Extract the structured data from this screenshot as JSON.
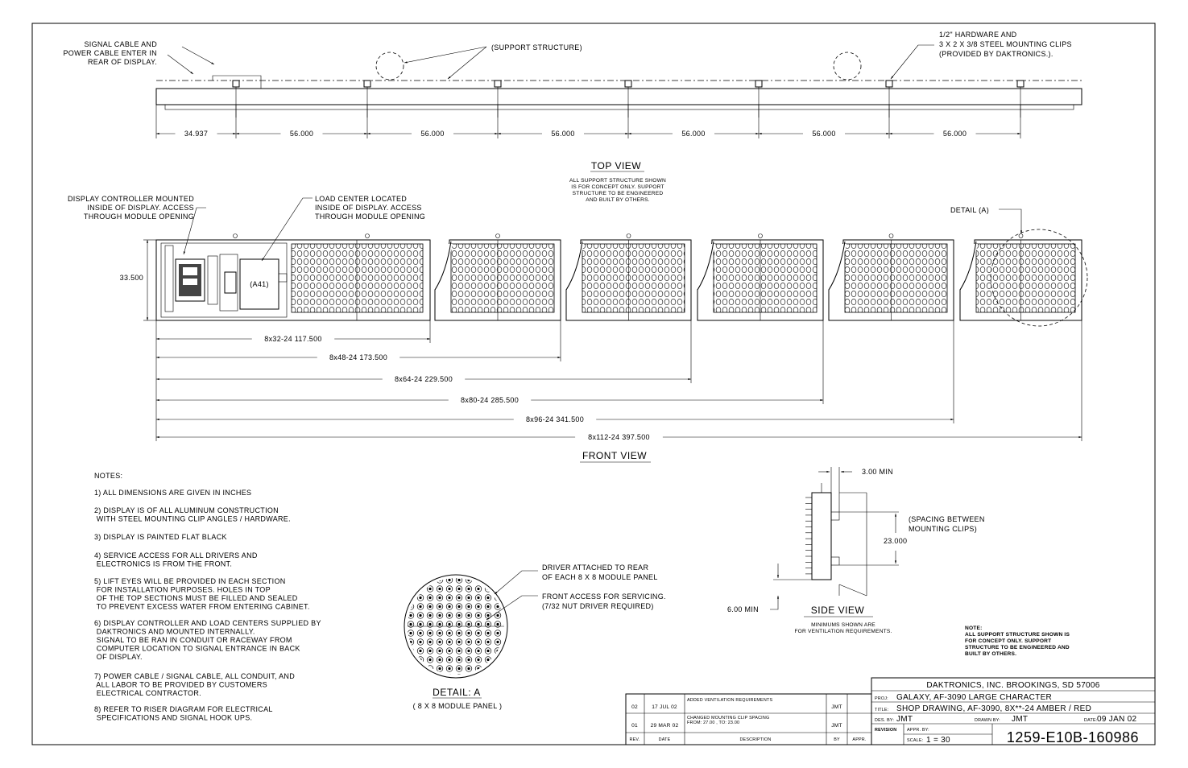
{
  "top_view": {
    "callout_signal_cable": [
      "SIGNAL CABLE AND",
      "POWER CABLE ENTER IN",
      "REAR OF DISPLAY."
    ],
    "callout_support": "(SUPPORT STRUCTURE)",
    "callout_hardware": [
      "1/2\" HARDWARE AND",
      "3 X 2 X 3/8 STEEL MOUNTING CLIPS",
      "(PROVIDED BY DAKTRONICS.)."
    ],
    "dimensions": [
      "34.937",
      "56.000",
      "56.000",
      "56.000",
      "56.000",
      "56.000",
      "56.000"
    ],
    "title": "TOP VIEW",
    "note": [
      "ALL SUPPORT STRUCTURE SHOWN",
      "IS FOR CONCEPT ONLY.  SUPPORT",
      "STRUCTURE TO BE ENGINEERED",
      "AND BUILT BY OTHERS."
    ]
  },
  "front_view": {
    "callout_controller": [
      "DISPLAY CONTROLLER MOUNTED",
      "INSIDE OF DISPLAY.  ACCESS",
      "THROUGH MODULE OPENING"
    ],
    "callout_load_center": [
      "LOAD CENTER LOCATED",
      "INSIDE OF DISPLAY. ACCESS",
      "THROUGH MODULE OPENING"
    ],
    "detail_callout": "DETAIL (A)",
    "height_dim": "33.500",
    "load_center_label": "(A41)",
    "length_dims": [
      "8x32-24  117.500",
      "8x48-24  173.500",
      "8x64-24  229.500",
      "8x80-24  285.500",
      "8x96-24  341.500",
      "8x112-24  397.500"
    ],
    "title": "FRONT VIEW"
  },
  "notes": {
    "heading": "NOTES:",
    "items": [
      [
        "1)  ALL DIMENSIONS ARE GIVEN IN INCHES"
      ],
      [
        "2)  DISPLAY IS OF ALL ALUMINUM CONSTRUCTION",
        "     WITH STEEL MOUNTING CLIP ANGLES / HARDWARE."
      ],
      [
        "3)  DISPLAY IS PAINTED FLAT BLACK"
      ],
      [
        "4)  SERVICE ACCESS FOR ALL DRIVERS AND",
        "     ELECTRONICS IS FROM THE FRONT."
      ],
      [
        "5)  LIFT EYES WILL BE PROVIDED IN EACH SECTION",
        "     FOR INSTALLATION PURPOSES.  HOLES IN TOP",
        "     OF THE TOP SECTIONS MUST BE FILLED AND SEALED",
        "     TO PREVENT EXCESS WATER FROM ENTERING CABINET."
      ],
      [
        "6)  DISPLAY CONTROLLER AND LOAD CENTERS SUPPLIED BY",
        "     DAKTRONICS AND MOUNTED INTERNALLY.",
        "     SIGNAL TO BE RAN IN CONDUIT OR RACEWAY FROM",
        "     COMPUTER LOCATION TO SIGNAL ENTRANCE IN BACK",
        "     OF DISPLAY."
      ],
      [
        "7)  POWER CABLE / SIGNAL CABLE, ALL CONDUIT, AND",
        "     ALL LABOR TO BE PROVIDED BY CUSTOMERS",
        "     ELECTRICAL CONTRACTOR."
      ],
      [
        "8)  REFER TO RISER DIAGRAM FOR ELECTRICAL",
        "           SPECIFICATIONS AND SIGNAL HOOK UPS."
      ]
    ]
  },
  "detail_a": {
    "callout_driver": [
      "DRIVER ATTACHED TO REAR",
      "OF EACH 8 X 8 MODULE PANEL"
    ],
    "callout_access": [
      "FRONT ACCESS FOR SERVICING.",
      "(7/32 NUT DRIVER REQUIRED)"
    ],
    "title": "DETAIL: A",
    "subtitle": "( 8 X 8 MODULE PANEL )"
  },
  "side_view": {
    "dim_top": "3.00  MIN",
    "dim_spacing": "23.000",
    "spacing_note": [
      "(SPACING BETWEEN",
      "MOUNTING CLIPS)"
    ],
    "dim_bottom": "6.00  MIN",
    "title": "SIDE  VIEW",
    "note": [
      "MINIMUMS SHOWN ARE",
      "FOR VENTILATION REQUIREMENTS."
    ]
  },
  "structure_note": [
    "NOTE:",
    "ALL SUPPORT STRUCTURE SHOWN IS",
    "FOR CONCEPT ONLY.  SUPPORT",
    "STRUCTURE TO BE ENGINEERED AND",
    "BUILT BY OTHERS."
  ],
  "revisions": {
    "rows": [
      {
        "rev": "02",
        "date": "17 JUL 02",
        "desc": [
          "ADDED VENTILATION REQUIREMENTS"
        ],
        "by": "JMT"
      },
      {
        "rev": "01",
        "date": "29 MAR 02",
        "desc": [
          "CHANGED MOUNTING CLIP SPACING",
          "FROM: 27.00 , TO: 23.00"
        ],
        "by": "JMT"
      }
    ],
    "headers": {
      "rev": "REV.",
      "date": "DATE",
      "desc": "DESCRIPTION",
      "by": "BY",
      "appr": "APPR."
    }
  },
  "title_block": {
    "company": "DAKTRONICS, INC.   BROOKINGS, SD  57006",
    "proj_label": "PROJ:",
    "proj": "GALAXY, AF-3090 LARGE CHARACTER",
    "title_label": "TITLE:",
    "title": "SHOP DRAWING, AF-3090, 8X**-24 AMBER / RED",
    "des_label": "DES. BY:",
    "des_by": "JMT",
    "drawn_label": "DRAWN BY:",
    "drawn_by": "JMT",
    "date_label": "DATE:",
    "date": "09 JAN 02",
    "revision_label": "REVISION",
    "appr_label": "APPR. BY:",
    "scale_label": "SCALE:",
    "scale": "1  =  30",
    "drawing_number": "1259-E10B-160986"
  }
}
